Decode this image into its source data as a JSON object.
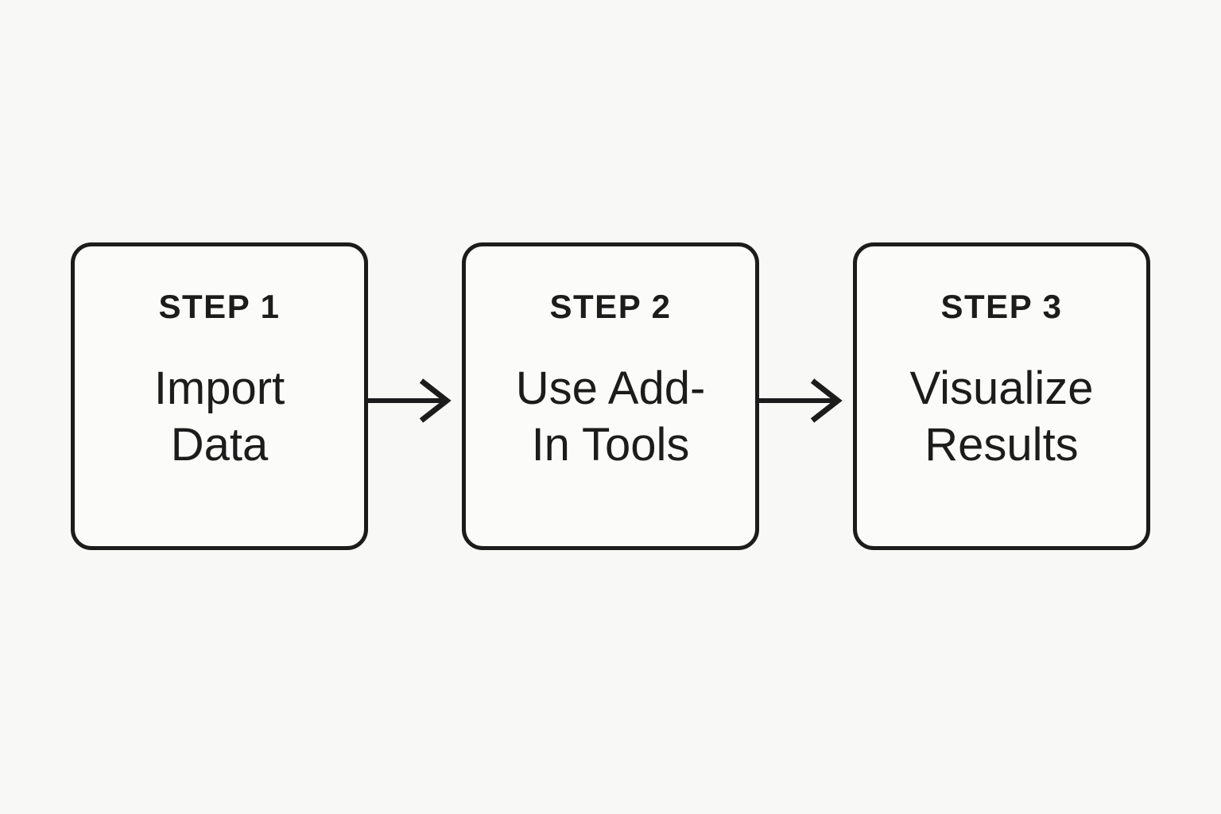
{
  "canvas": {
    "background_color": "#f8f8f6",
    "box_fill_color": "#fbfbfa",
    "stroke_color": "#1c1c1c"
  },
  "diagram": {
    "type": "flowchart",
    "direction": "left-to-right",
    "connector": "arrow-right",
    "steps": [
      {
        "label": "STEP 1",
        "title_line1": "Import",
        "title_line2": "Data"
      },
      {
        "label": "STEP 2",
        "title_line1": "Use Add-",
        "title_line2": "In Tools"
      },
      {
        "label": "STEP 3",
        "title_line1": "Visualize",
        "title_line2": "Results"
      }
    ]
  }
}
